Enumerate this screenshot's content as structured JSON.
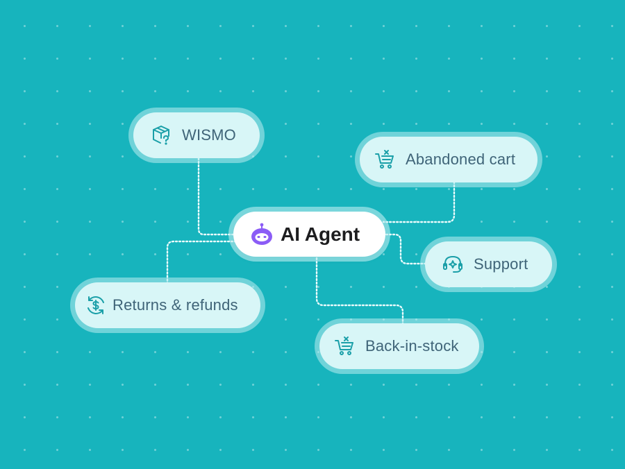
{
  "center": {
    "label": "AI Agent",
    "icon": "robot-icon",
    "accent": "#8b5cf6"
  },
  "nodes": {
    "wismo": {
      "label": "WISMO",
      "icon": "package-question-icon"
    },
    "abandoned_cart": {
      "label": "Abandoned cart",
      "icon": "cart-x-icon"
    },
    "support": {
      "label": "Support",
      "icon": "headset-sparkle-icon"
    },
    "returns": {
      "label": "Returns & refunds",
      "icon": "dollar-refresh-icon"
    },
    "back_in_stock": {
      "label": "Back-in-stock",
      "icon": "cart-x-icon"
    }
  },
  "colors": {
    "background": "#17b4bd",
    "node_fill": "#d8f6f7",
    "node_text": "#3f6478",
    "icon_teal": "#1a9fa8"
  }
}
